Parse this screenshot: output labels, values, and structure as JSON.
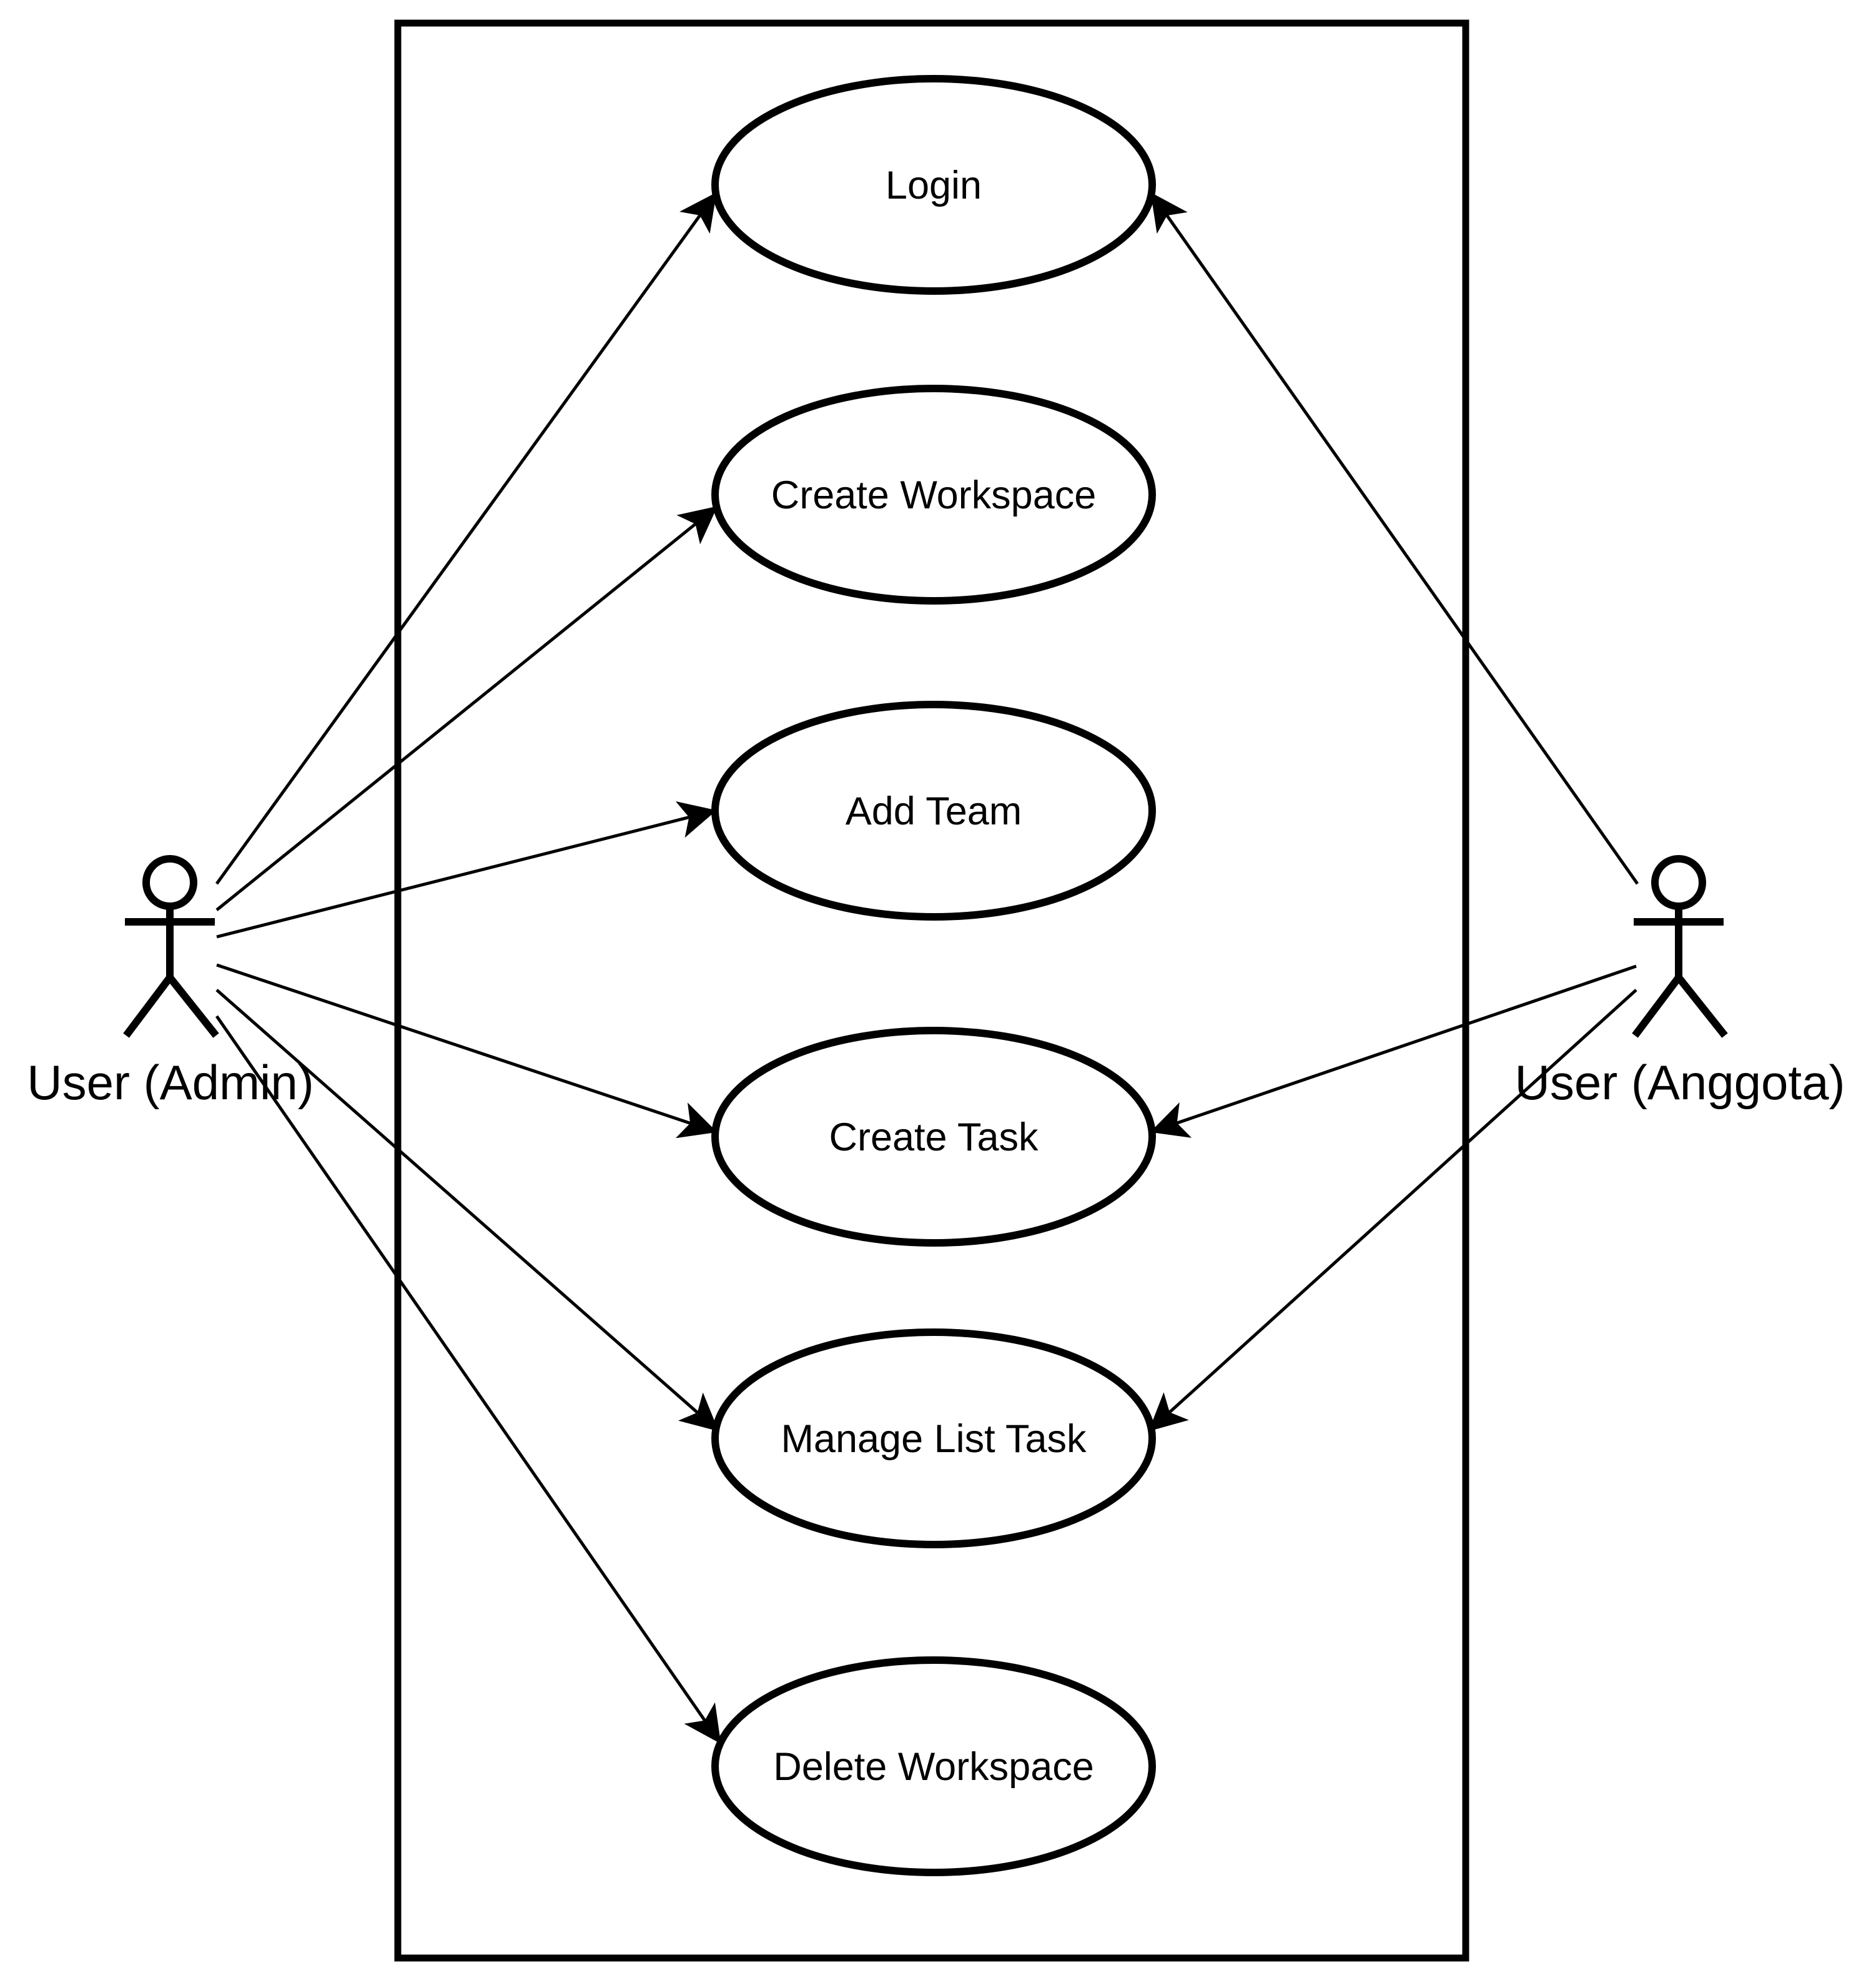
{
  "diagram": {
    "kind": "uml-use-case-diagram",
    "colors": {
      "stroke": "#000000",
      "fill": "#ffffff",
      "background": "#ffffff"
    },
    "actors": [
      {
        "id": "admin",
        "label": "User (Admin)",
        "side": "left"
      },
      {
        "id": "anggota",
        "label": "User (Anggota)",
        "side": "right"
      }
    ],
    "use_cases": [
      {
        "id": "login",
        "label": "Login"
      },
      {
        "id": "create-workspace",
        "label": "Create Workspace"
      },
      {
        "id": "add-team",
        "label": "Add Team"
      },
      {
        "id": "create-task",
        "label": "Create Task"
      },
      {
        "id": "manage-list-task",
        "label": "Manage List Task"
      },
      {
        "id": "delete-workspace",
        "label": "Delete Workspace"
      }
    ],
    "associations": [
      {
        "from": "User (Admin)",
        "to": "Login"
      },
      {
        "from": "User (Admin)",
        "to": "Create Workspace"
      },
      {
        "from": "User (Admin)",
        "to": "Add Team"
      },
      {
        "from": "User (Admin)",
        "to": "Create Task"
      },
      {
        "from": "User (Admin)",
        "to": "Manage List Task"
      },
      {
        "from": "User (Admin)",
        "to": "Delete Workspace"
      },
      {
        "from": "User (Anggota)",
        "to": "Login"
      },
      {
        "from": "User (Anggota)",
        "to": "Create Task"
      },
      {
        "from": "User (Anggota)",
        "to": "Manage List Task"
      }
    ]
  }
}
